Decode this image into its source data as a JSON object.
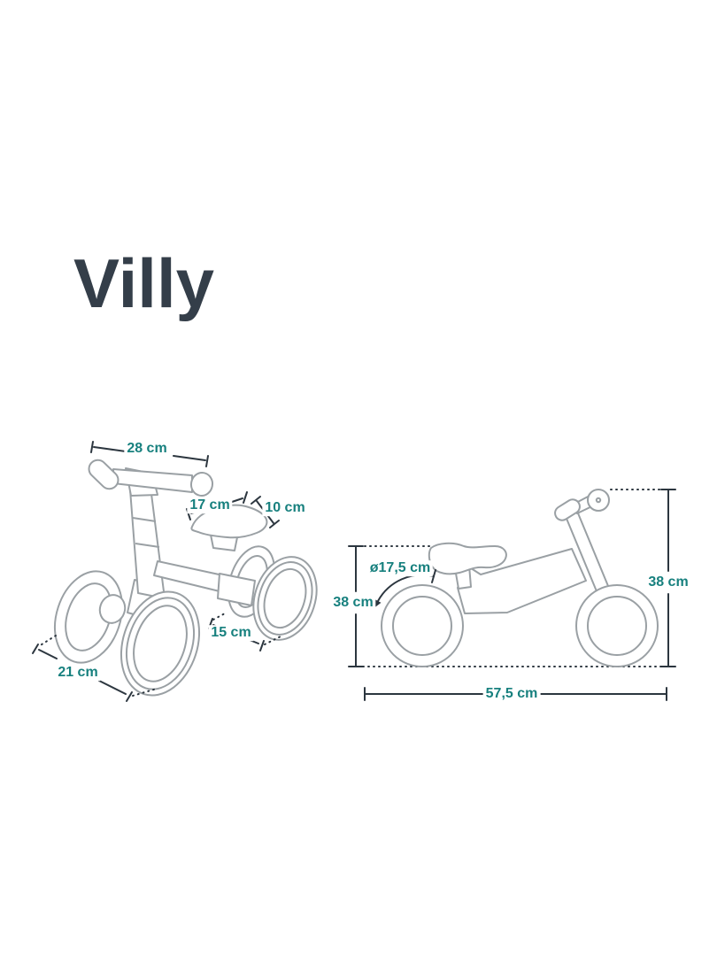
{
  "title": "Villy",
  "product_views": {
    "perspective_view": {
      "description": "Four-wheel mini balance bike shown in three-quarter perspective",
      "dims": {
        "handlebar_width": "28 cm",
        "seat_length": "17 cm",
        "seat_width": "10 cm",
        "rear_track_width": "15 cm",
        "front_track_width": "21 cm"
      }
    },
    "side_view": {
      "description": "Balance bike shown from the side with overall dimensions",
      "dims": {
        "wheel_diameter": "ø17,5 cm",
        "saddle_height": "38 cm",
        "handlebar_height": "38 cm",
        "total_length": "57,5 cm"
      }
    }
  },
  "colors": {
    "dimension_text": "#17807e",
    "dimension_line": "#2c363f",
    "drawing_outline": "#9aa0a4",
    "title_text": "#343e49",
    "background": "#ffffff"
  }
}
